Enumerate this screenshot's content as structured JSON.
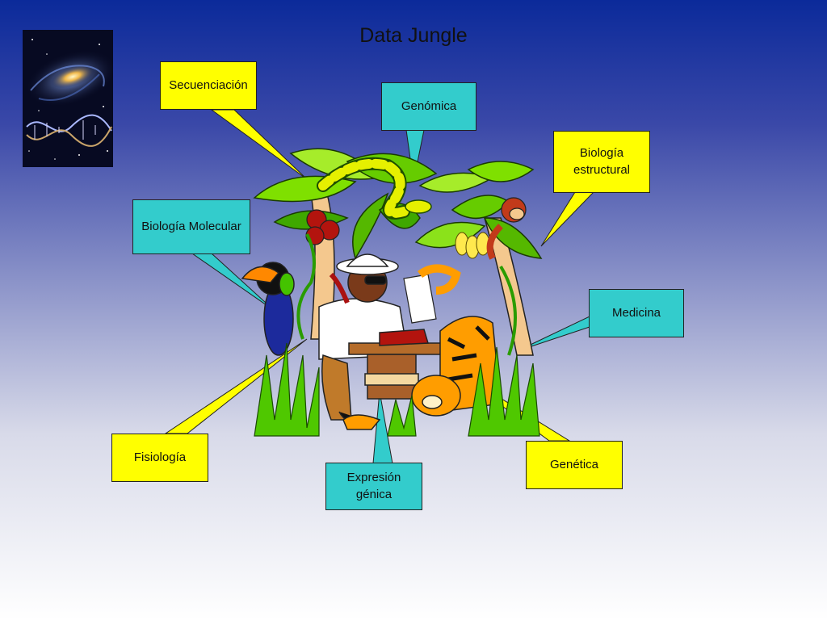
{
  "slide": {
    "title": "Data Jungle"
  },
  "callouts": {
    "secuenciacion": "Secuenciación",
    "genomica": "Genómica",
    "biologia_estructural": "Biología\nestructural",
    "biologia_molecular": "Biología Molecular",
    "medicina": "Medicina",
    "fisiologia": "Fisiología",
    "expresion_genica": "Expresión\ngénica",
    "genetica": "Genética"
  },
  "colors": {
    "yellow_callout": "#ffff00",
    "cyan_callout": "#33cccc",
    "background_top": "#0b2a9a",
    "background_bottom": "#ffffff"
  }
}
